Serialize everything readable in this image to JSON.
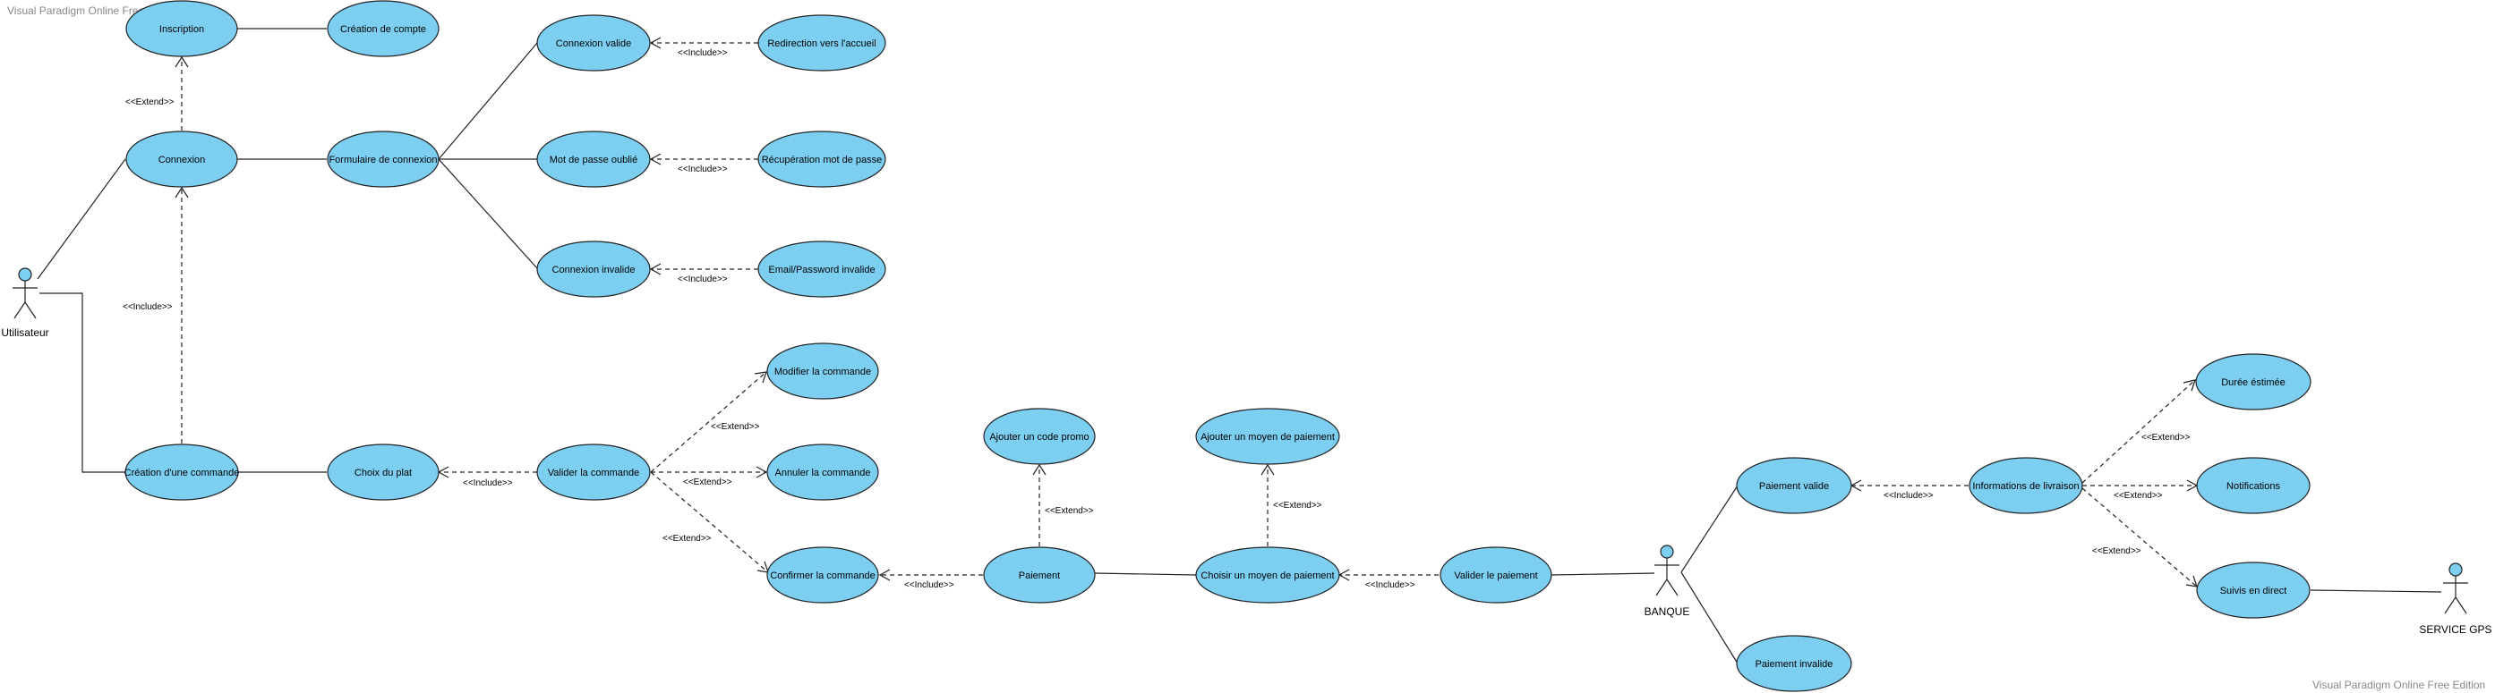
{
  "watermark": {
    "top": "Visual Paradigm Online Free Edition",
    "bottom": "Visual Paradigm Online Free Edition"
  },
  "actors": {
    "utilisateur": "Utilisateur",
    "banque": "BANQUE",
    "service_gps": "SERVICE GPS"
  },
  "usecases": {
    "inscription": "Inscription",
    "creation_compte": "Création de compte",
    "connexion": "Connexion",
    "formulaire_connexion": "Formulaire de connexion",
    "connexion_valide": "Connexion valide",
    "redirection_accueil": "Redirection vers l'accueil",
    "mdp_oublie": "Mot de passe oublié",
    "recuperation_mdp": "Récupération mot de passe",
    "connexion_invalide": "Connexion invalide",
    "email_pwd_invalide": "Email/Password invalide",
    "creation_commande": "Création d'une commande",
    "choix_plat": "Choix du plat",
    "valider_commande": "Valider la commande",
    "modifier_commande": "Modifier la commande",
    "annuler_commande": "Annuler la commande",
    "confirmer_commande": "Confirmer la commande",
    "code_promo": "Ajouter un code promo",
    "paiement": "Paiement",
    "ajouter_moyen_paiement": "Ajouter un moyen de paiement",
    "choisir_moyen_paiement": "Choisir un moyen de paiement",
    "valider_paiement": "Valider le paiement",
    "paiement_valide": "Paiement valide",
    "paiement_invalide": "Paiement invalide",
    "infos_livraison": "Informations de livraison",
    "duree_estimee": "Durée éstimée",
    "notifications": "Notifications",
    "suivi_direct": "Suivis en direct"
  },
  "stereotypes": {
    "include": "<<Include>>",
    "extend": "<<Extend>>"
  },
  "colors": {
    "usecase_fill": "#7dcff2",
    "line": "#222222",
    "watermark": "#888888"
  }
}
